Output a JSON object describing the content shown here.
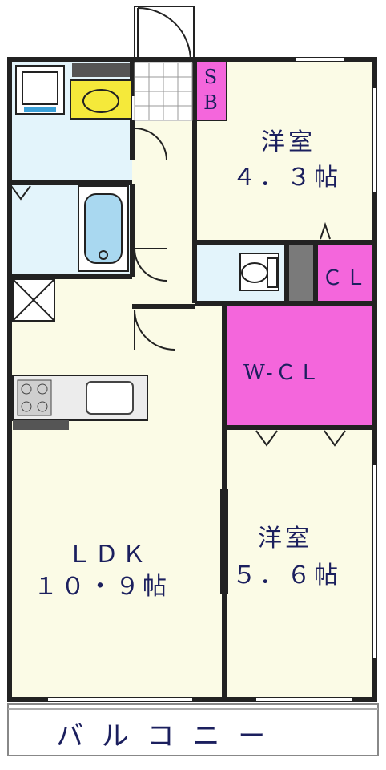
{
  "rooms": {
    "western1": {
      "name": "洋室",
      "size": "４．３帖"
    },
    "western2": {
      "name": "洋室",
      "size": "５．６帖"
    },
    "ldk": {
      "name": "ＬＤＫ",
      "size": "１０・９帖"
    },
    "wcl": {
      "name": "W-ＣＬ"
    },
    "cl": {
      "name": "ＣＬ"
    },
    "sb": {
      "top": "S",
      "bottom": "B"
    },
    "balcony": {
      "name": "バ ル コ ニ ー"
    }
  },
  "colors": {
    "wall": "#222222",
    "floor_main": "#fbfbe6",
    "floor_wet": "#e3f4fb",
    "closet": "#f466dc",
    "label": "#1b1f5e",
    "fixture_yellow": "#f5e93a",
    "fixture_blue": "#a9d8f0"
  }
}
